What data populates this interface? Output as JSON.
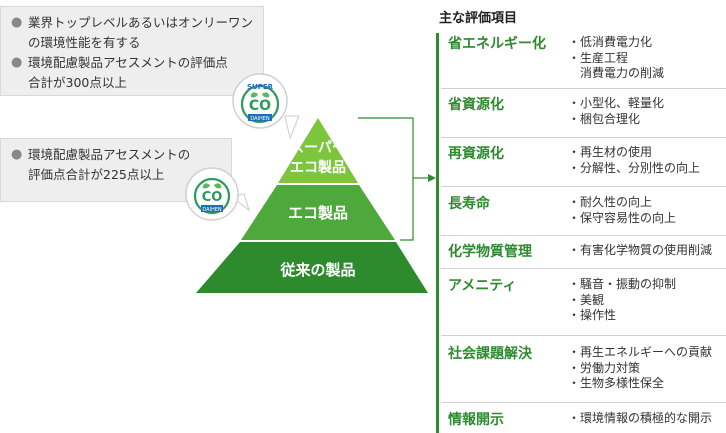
{
  "left_notes": {
    "super_box": [
      "業界トップレベルあるいはオンリーワン",
      "の環境性能を有する",
      "環境配慮製品アセスメントの評価点",
      "合計が300点以上"
    ],
    "eco_box": [
      "環境配慮製品アセスメントの",
      "評価点合計が225点以上"
    ],
    "bullet": "●"
  },
  "pyramid": {
    "top_line1": "スーパー",
    "top_line2": "エコ製品",
    "middle": "エコ製品",
    "bottom": "従来の製品",
    "colors": {
      "top": "#7cc53c",
      "middle": "#4fa83b",
      "bottom": "#2d8a2d"
    }
  },
  "badges": {
    "super_top": "SUPER",
    "letters": "CO",
    "brand": "DAIHEN"
  },
  "criteria": {
    "heading": "主な評価項目",
    "items": [
      {
        "category": "省エネルギー化",
        "details": [
          "・低消費電力化",
          "・生産工程",
          "　消費電力の削減"
        ]
      },
      {
        "category": "省資源化",
        "details": [
          "・小型化、軽量化",
          "・梱包合理化"
        ]
      },
      {
        "category": "再資源化",
        "details": [
          "・再生材の使用",
          "・分解性、分別性の向上"
        ]
      },
      {
        "category": "長寿命",
        "details": [
          "・耐久性の向上",
          "・保守容易性の向上"
        ]
      },
      {
        "category": "化学物質管理",
        "details": [
          "・有害化学物質の使用削減"
        ]
      },
      {
        "category": "アメニティ",
        "details": [
          "・騒音・振動の抑制",
          "・美観",
          "・操作性"
        ]
      },
      {
        "category": "社会課題解決",
        "details": [
          "・再生エネルギーへの貢献",
          "・労働力対策",
          "・生物多様性保全"
        ]
      },
      {
        "category": "情報開示",
        "details": [
          "・環境情報の積極的な開示"
        ]
      }
    ]
  },
  "accent_color": "#2e8b2e"
}
